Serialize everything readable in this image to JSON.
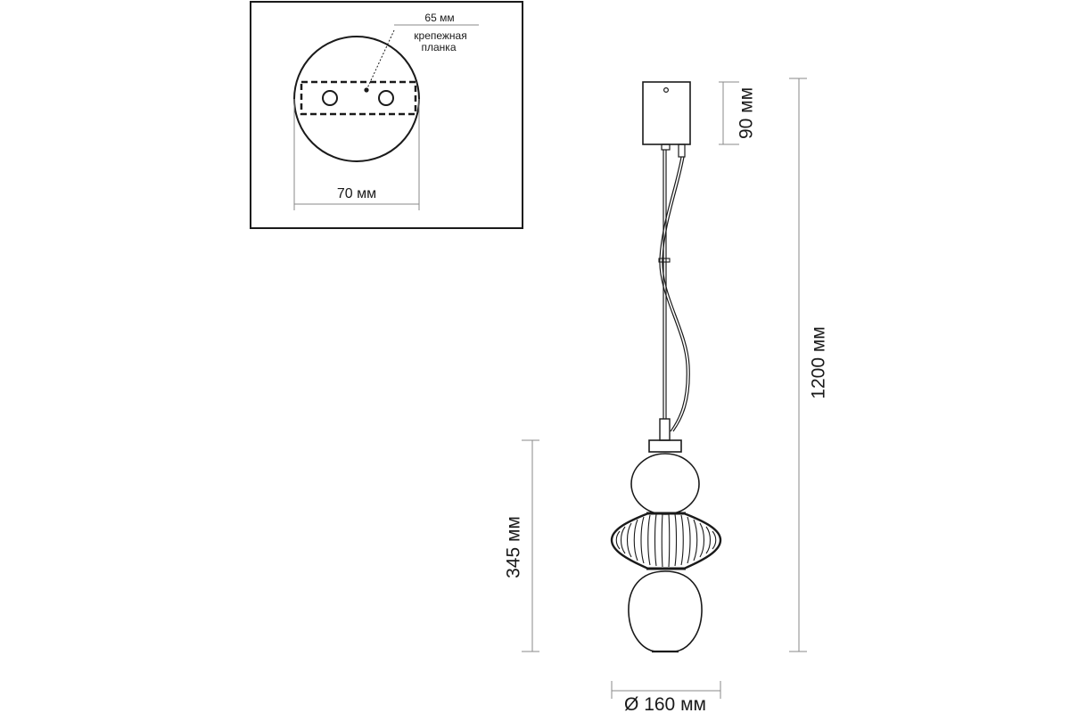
{
  "inset": {
    "plate_width_label": "65 мм",
    "plate_name_line1": "крепежная",
    "plate_name_line2": "планка",
    "canopy_diameter_label": "70 мм"
  },
  "dimensions": {
    "canopy_height_label": "90 мм",
    "total_height_label": "1200 мм",
    "shade_height_label": "345 мм",
    "shade_diameter_label": "Ø 160 мм"
  },
  "colors": {
    "line": "#1a1a1a",
    "dimension_line": "#8a8a8a",
    "background": "#ffffff"
  }
}
